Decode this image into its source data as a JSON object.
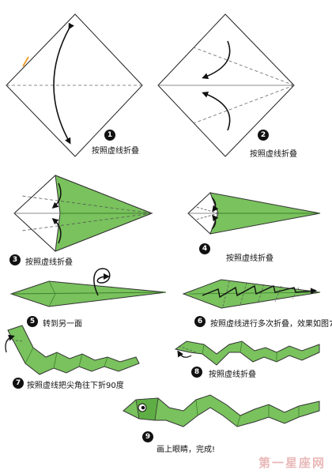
{
  "steps": [
    {
      "num": "1",
      "text": "按照虚线折叠"
    },
    {
      "num": "2",
      "text": "按照虚线折叠"
    },
    {
      "num": "3",
      "text": "按照虚线折叠"
    },
    {
      "num": "4",
      "text": "按照虚线折叠"
    },
    {
      "num": "5",
      "text": "转到另一面"
    },
    {
      "num": "6",
      "text": "按照虚线进行多次折叠，效果如图7"
    },
    {
      "num": "7",
      "text": "按照虚线把尖角往下折90度"
    },
    {
      "num": "8",
      "text": "按照虚线折叠"
    },
    {
      "num": "9",
      "text": "画上眼睛，完成!"
    }
  ],
  "watermark": "第一星座网",
  "colors": {
    "paper_green": "#79c25d",
    "dark_green": "#4f9a3a",
    "outline": "#333333"
  }
}
